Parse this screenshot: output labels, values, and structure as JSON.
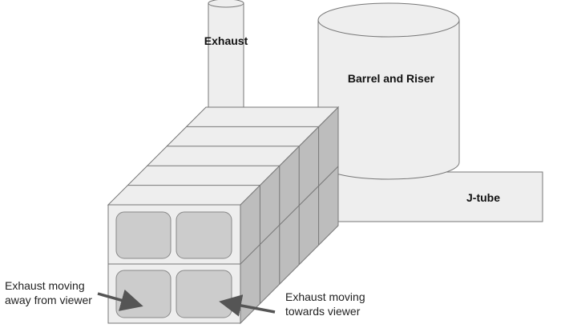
{
  "diagram": {
    "title": "Boiler / heat exchanger with exhaust, barrel and riser, and J-tube",
    "labels": {
      "exhaust": "Exhaust",
      "barrel": "Barrel and Riser",
      "jtube": "J-tube",
      "away_line1": "Exhaust moving",
      "away_line2": "away from viewer",
      "towards_line1": "Exhaust moving",
      "towards_line2": "towards viewer"
    },
    "colors": {
      "light_fill": "#eeeeee",
      "side_fill": "#bdbdbd",
      "cell_fill": "#cccccc",
      "stroke": "#777777",
      "arrow": "#555555"
    },
    "block": {
      "rows": 2,
      "columns": 2,
      "segments_deep": 5
    }
  }
}
